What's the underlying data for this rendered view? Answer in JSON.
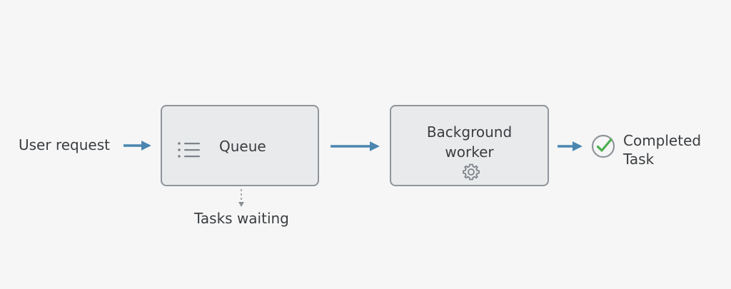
{
  "nodes": {
    "source": {
      "label": "User request"
    },
    "queue": {
      "label": "Queue",
      "icon": "list-icon"
    },
    "worker": {
      "line1": "Background",
      "line2": "worker",
      "icon": "gear-icon"
    },
    "result": {
      "line1": "Completed",
      "line2": "Task",
      "icon": "check-circle-icon"
    }
  },
  "annotations": {
    "queue_note": "Tasks waiting"
  },
  "colors": {
    "arrow": "#4a86b0",
    "box_fill": "#e9eaeb",
    "box_border": "#8f959b",
    "check": "#4caf50",
    "text": "#3a3d40"
  }
}
